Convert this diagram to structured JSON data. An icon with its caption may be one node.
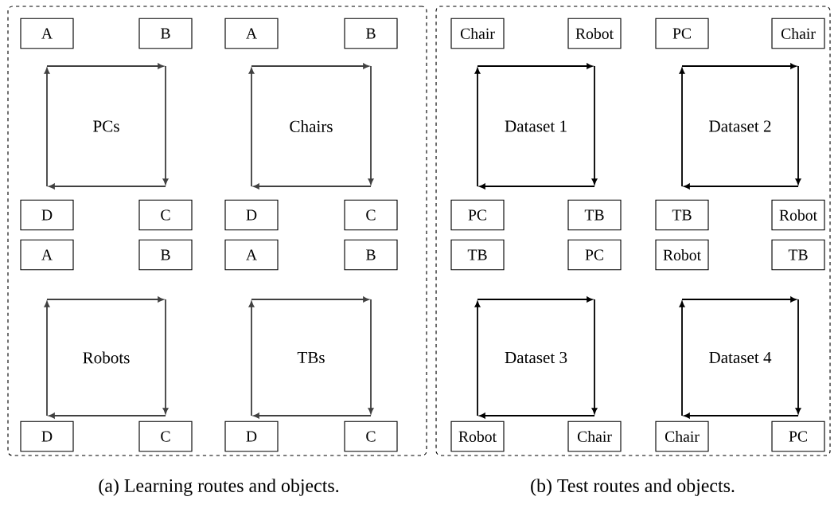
{
  "diagram": {
    "nodes": [
      {
        "text": [],
        "shape": "box"
      },
      {
        "text": [
          "A"
        ],
        "in": 0
      },
      {
        "text": [
          "B"
        ],
        "in": 0
      },
      {
        "text": [
          "A"
        ],
        "in": 0
      },
      {
        "text": [
          "B"
        ],
        "in": 0
      },
      {
        "text": [
          "D"
        ],
        "in": 0
      },
      {
        "text": [
          "C"
        ],
        "in": 0
      },
      {
        "text": [
          "D"
        ],
        "in": 0
      },
      {
        "text": [
          "C"
        ],
        "in": 0
      },
      {
        "text": [
          "A"
        ],
        "in": 0
      },
      {
        "text": [
          "B"
        ],
        "in": 0
      },
      {
        "text": [
          "A"
        ],
        "in": 0
      },
      {
        "text": [
          "B"
        ],
        "in": 0
      },
      {
        "text": [
          "D"
        ],
        "in": 0
      },
      {
        "text": [
          "C"
        ],
        "in": 0
      },
      {
        "text": [
          "D"
        ],
        "in": 0
      },
      {
        "text": [
          "C"
        ],
        "in": 0
      },
      {
        "text": [],
        "shape": "box"
      },
      {
        "text": [
          "Chair"
        ],
        "in": 17
      },
      {
        "text": [
          "Robot"
        ],
        "in": 17
      },
      {
        "text": [
          "PC"
        ],
        "in": 17
      },
      {
        "text": [
          "Chair"
        ],
        "in": 17
      },
      {
        "text": [
          "PC"
        ],
        "in": 17
      },
      {
        "text": [
          "TB"
        ],
        "in": 17
      },
      {
        "text": [
          "TB"
        ],
        "in": 17
      },
      {
        "text": [
          "Robot"
        ],
        "in": 17
      },
      {
        "text": [
          "TB"
        ],
        "in": 17
      },
      {
        "text": [
          "PC"
        ],
        "in": 17
      },
      {
        "text": [
          "Robot"
        ],
        "in": 17
      },
      {
        "text": [
          "TB"
        ],
        "in": 17
      },
      {
        "text": [
          "Robot"
        ],
        "in": 17
      },
      {
        "text": [
          "Chair"
        ],
        "in": 17
      },
      {
        "text": [
          "Chair"
        ],
        "in": 17
      },
      {
        "text": [
          "PC"
        ],
        "in": 17
      }
    ],
    "labels": [
      "PCs",
      "Chairs",
      "Robots",
      "TBs",
      "Dataset 1",
      "Dataset 2",
      "Dataset 3",
      "Dataset 4",
      "(a) Learning routes and objects.",
      "(b) Test routes and objects."
    ]
  }
}
